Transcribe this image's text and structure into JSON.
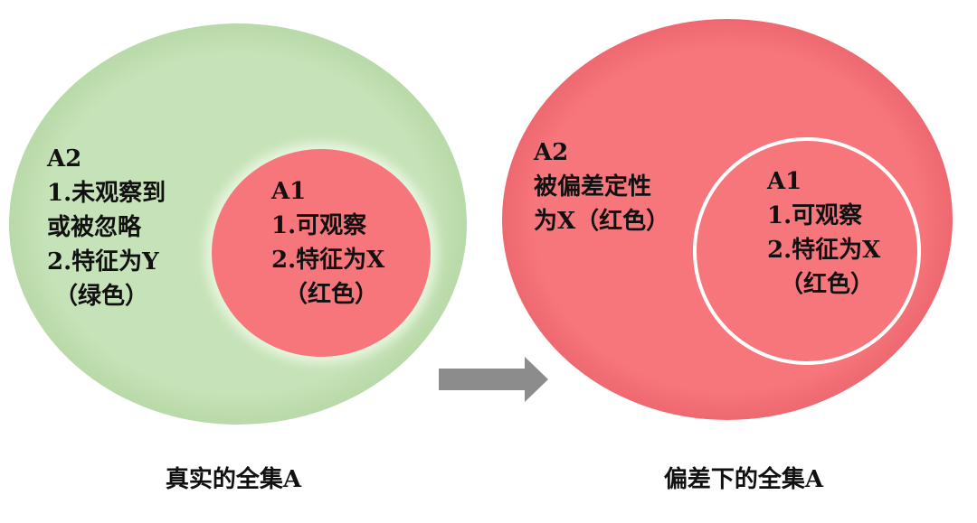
{
  "colors": {
    "green": "#c6e2b8",
    "red": "#f7767c",
    "arrow": "#8c8c8c",
    "ring": "#ffffff"
  },
  "left": {
    "caption": "真实的全集A",
    "a2": {
      "title": "A2",
      "lines": [
        "1.未观察到",
        "或被忽略",
        "2.特征为Y",
        "（绿色）"
      ]
    },
    "a1": {
      "title": "A1",
      "lines": [
        "1.可观察",
        "2.特征为X",
        "（红色）"
      ]
    }
  },
  "right": {
    "caption": "偏差下的全集A",
    "a2": {
      "title": "A2",
      "lines": [
        "被偏差定性",
        "为X（红色）"
      ]
    },
    "a1": {
      "title": "A1",
      "lines": [
        "1.可观察",
        "2.特征为X",
        "（红色）"
      ]
    }
  },
  "arrow_icon": "right-arrow-icon"
}
